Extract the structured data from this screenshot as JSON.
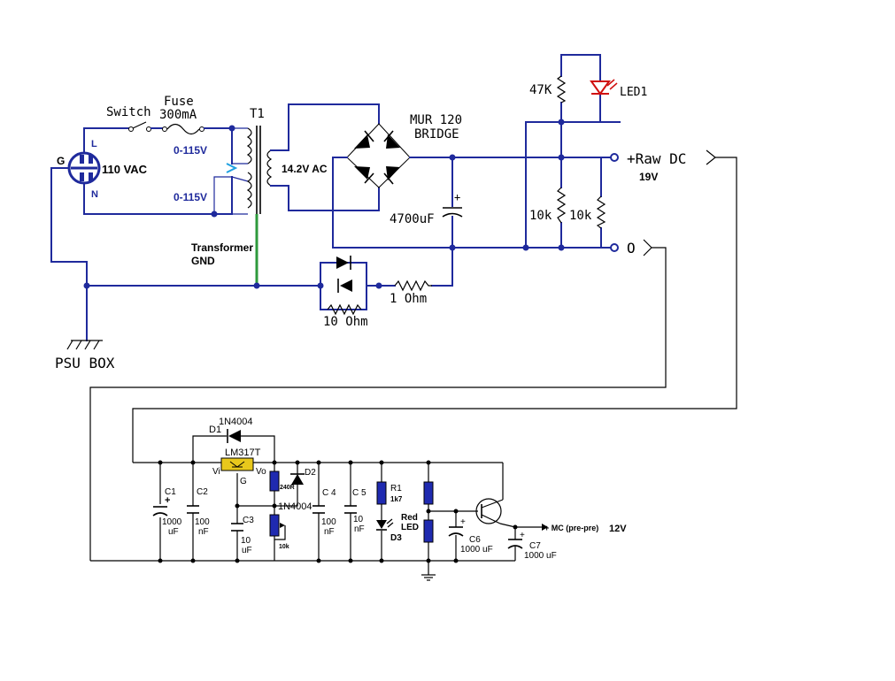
{
  "labels": {
    "switch": "Switch",
    "fuse": "Fuse",
    "fuse_rating": "300mA",
    "t1": "T1",
    "mains_g": "G",
    "mains_l": "L",
    "mains_n": "N",
    "mains_voltage": "110 VAC",
    "primary_top": "0-115V",
    "primary_bottom": "0-115V",
    "secondary": "14.2V AC",
    "bridge_line1": "MUR 120",
    "bridge_line2": "BRIDGE",
    "cap_main": "4700uF",
    "r47k": "47K",
    "led1": "LED1",
    "r10k_a": "10k",
    "r10k_b": "10k",
    "raw_dc": "+Raw DC",
    "raw_dc_voltage": "19V",
    "zero": "O",
    "transformer_gnd_1": "Transformer",
    "transformer_gnd_2": "GND",
    "r1ohm": "1 Ohm",
    "r10ohm": "10 Ohm",
    "psu_box": "PSU BOX",
    "d1_part": "1N4004",
    "d1": "D1",
    "lm317": "LM317T",
    "vi": "Vi",
    "vo": "Vo",
    "g_pin": "G",
    "r240": "240R",
    "d2": "D2",
    "d2_part": "1N4004",
    "pot": "10k",
    "c1": "C1",
    "c1_v1": "1000",
    "c1_v2": "uF",
    "c2": "C2",
    "c2_v1": "100",
    "c2_v2": "nF",
    "c3": "C3",
    "c3_v1": "10",
    "c3_v2": "uF",
    "c4": "C 4",
    "c4_v1": "100",
    "c4_v2": "nF",
    "c5": "C 5",
    "c5_v1": "10",
    "c5_v2": "nF",
    "r1": "R1",
    "r1_val": "1k7",
    "red_led_1": "Red",
    "red_led_2": "LED",
    "d3": "D3",
    "c6": "C6",
    "c6_val": "1000 uF",
    "c7": "C7",
    "c7_val": "1000 uF",
    "mc_out": "+ MC (pre-pre)",
    "out_voltage": "12V"
  },
  "colors": {
    "wire": "#1f2a9c",
    "ground_link": "#2e9a3c",
    "led_red": "#d01010",
    "resistor_fill": "#1f2ab0",
    "regulator_fill": "#e8c81c",
    "mains_socket": "#1f2a9c"
  }
}
